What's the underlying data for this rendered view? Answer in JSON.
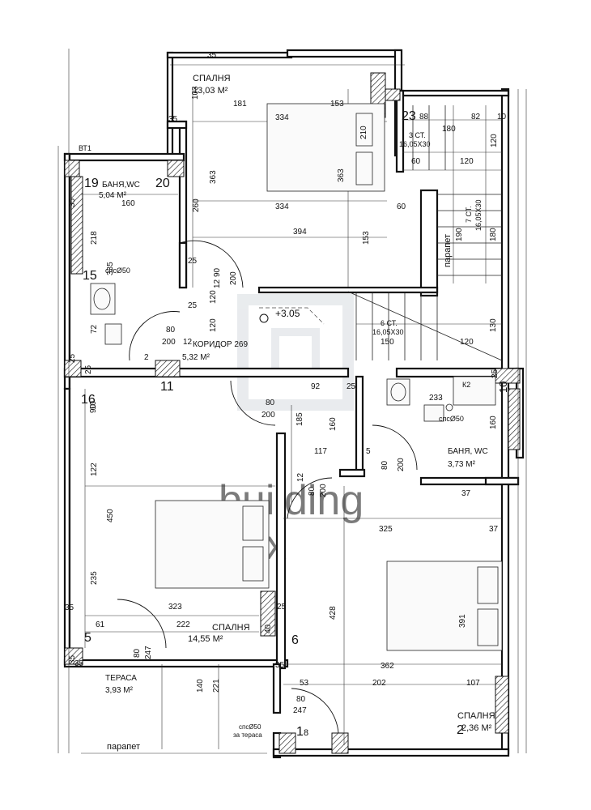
{
  "rooms": {
    "bedroom_top": {
      "name": "СПАЛНЯ",
      "area": "13,03 М²"
    },
    "bathroom_left": {
      "name": "БАНЯ,WC",
      "area": "5,04 М²"
    },
    "corridor": {
      "name": "КОРИДОР 269",
      "area": "5,32 М²"
    },
    "bathroom_right": {
      "name": "БАНЯ, WC",
      "area": "3,73 М²"
    },
    "bedroom_left": {
      "name": "СПАЛНЯ",
      "area": "14,55 М²"
    },
    "terrace": {
      "name": "ТЕРАСА",
      "area": "3,93 М²"
    },
    "bedroom_right": {
      "name": "СПАЛНЯ",
      "area": "2,36 М²"
    }
  },
  "stairs": {
    "run_top": {
      "count": "3 СТ.",
      "size": "16,05Х30"
    },
    "run_side": {
      "count": "7 СТ.",
      "size": "16,05Х30"
    },
    "run_bottom": {
      "count": "6 СТ.",
      "size": "16,05Х30"
    }
  },
  "labels": {
    "parapet_side": "парапет",
    "parapet_bottom": "парапет",
    "level": "+3.05",
    "bt": "ВТ1",
    "drain_left": "спсØ50",
    "drain_right": "спсØ50",
    "drain_terrace_1": "спсØ50",
    "drain_terrace_2": "за тераса",
    "k2": "К2",
    "n19": "19",
    "n20": "20",
    "n23": "23",
    "n15": "15",
    "n16": "16",
    "n11": "11",
    "n5": "5",
    "n6": "6",
    "n1": "1",
    "n2": "2",
    "n10": "10",
    "n8": "8"
  },
  "dimensions": {
    "d35a": "35",
    "d103": "103",
    "d181": "181",
    "d153a": "153",
    "d334a": "334",
    "d210": "210",
    "d35b": "35",
    "d363a": "363",
    "d363b": "363",
    "d260": "260",
    "d334b": "334",
    "d60a": "60",
    "d394": "394",
    "d153b": "153",
    "d25a": "25",
    "d200a": "200",
    "d90a": "90",
    "d12a": "12",
    "d120a": "120",
    "d88": "88",
    "d82": "82",
    "d10a": "10",
    "d180a": "180",
    "d120b": "120",
    "d60b": "60",
    "d120c": "120",
    "d190": "190",
    "d180b": "180",
    "d160a": "160",
    "d35c": "35",
    "d218": "218",
    "d335": "335",
    "d72": "72",
    "d80a": "80",
    "d200b": "200",
    "d12b": "12",
    "d120d": "120",
    "d2": "2",
    "d130": "130",
    "d150": "150",
    "d120e": "120",
    "d25b": "25",
    "d25c": "25",
    "d92": "92",
    "d25d": "25",
    "d25e": "25",
    "d233": "233",
    "d10b": "10",
    "d80b": "80",
    "d200c": "200",
    "d185": "185",
    "d160b": "160",
    "d160c": "160",
    "d117": "117",
    "d5a": "5",
    "d80c": "80",
    "d200d": "200",
    "d12c": "12",
    "d80d": "80",
    "d200e": "200",
    "d90b": "90",
    "d122": "122",
    "d450": "450",
    "d37a": "37",
    "d325": "325",
    "d37b": "37",
    "d235": "235",
    "d428": "428",
    "d35d": "35",
    "d323": "323",
    "d25f": "25",
    "d391": "391",
    "d61": "61",
    "d222": "222",
    "d40": "40",
    "d35e": "35",
    "d80e": "80",
    "d247a": "247",
    "d362": "362",
    "d53": "53",
    "d140": "140",
    "d221": "221",
    "d202": "202",
    "d107": "107",
    "d80f": "80",
    "d247b": "247",
    "d35f": "35",
    "d25g": "25",
    "d35g": "35"
  },
  "watermark": {
    "line1": "building",
    "line2": "box"
  }
}
